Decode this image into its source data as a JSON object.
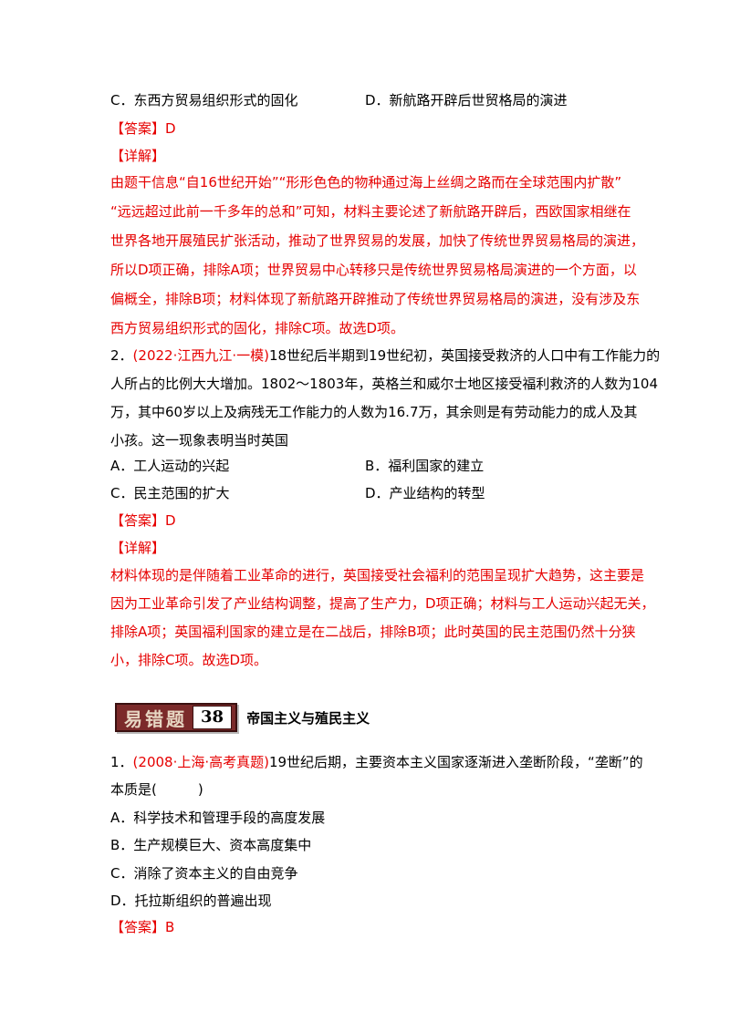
{
  "q1_options_cd": {
    "c": "C．东西方贸易组织形式的固化",
    "d": "D．新航路开辟后世贸格局的演进"
  },
  "q1_answer": {
    "label": "【答案】",
    "value": "D"
  },
  "q1_detail": {
    "label": "【详解】",
    "lines": [
      "由题干信息“自16世纪开始”“形形色色的物种通过海上丝绸之路而在全球范围内扩散”",
      "“远远超过此前一千多年的总和”可知，材料主要论述了新航路开辟后，西欧国家相继在",
      "世界各地开展殖民扩张活动，推动了世界贸易的发展，加快了传统世界贸易格局的演进，",
      "所以D项正确，排除A项；世界贸易中心转移只是传统世界贸易格局演进的一个方面，以",
      "偏概全，排除B项；材料体现了新航路开辟推动了传统世界贸易格局的演进，没有涉及东",
      "西方贸易组织形式的固化，排除C项。故选D项。"
    ]
  },
  "q2": {
    "num": "2．",
    "source": "(2022·江西九江·一模)",
    "lines": [
      "18世纪后半期到19世纪初，英国接受救济的人口中有工作能力的",
      "人所占的比例大大增加。1802～1803年，英格兰和威尔士地区接受福利救济的人数为104",
      "万，其中60岁以上及病残无工作能力的人数为16.7万，其余则是有劳动能力的成人及其",
      "小孩。这一现象表明当时英国"
    ],
    "options": {
      "a": "A．工人运动的兴起",
      "b": "B．福利国家的建立",
      "c": "C．民主范围的扩大",
      "d": "D．产业结构的转型"
    },
    "answer": {
      "label": "【答案】",
      "value": "D"
    },
    "detail": {
      "label": "【详解】",
      "lines": [
        "材料体现的是伴随着工业革命的进行，英国接受社会福利的范围呈现扩大趋势，这主要是",
        "因为工业革命引发了产业结构调整，提高了生产力，D项正确；材料与工人运动兴起无关，",
        "排除A项；英国福利国家的建立是在二战后，排除B项；此时英国的民主范围仍然十分狭",
        "小，排除C项。故选D项。"
      ]
    }
  },
  "banner": {
    "word": "易错题",
    "number": "38",
    "title": "帝国主义与殖民主义"
  },
  "q3": {
    "num": "1．",
    "source": "(2008·上海·高考真题)",
    "lines": [
      "19世纪后期，主要资本主义国家逐渐进入垄断阶段，“垄断”的",
      "本质是(　　　)"
    ],
    "options": [
      "A．科学技术和管理手段的高度发展",
      "B．生产规模巨大、资本高度集中",
      "C．消除了资本主义的自由竞争",
      "D．托拉斯组织的普遍出现"
    ],
    "answer": {
      "label": "【答案】",
      "value": "B"
    }
  }
}
